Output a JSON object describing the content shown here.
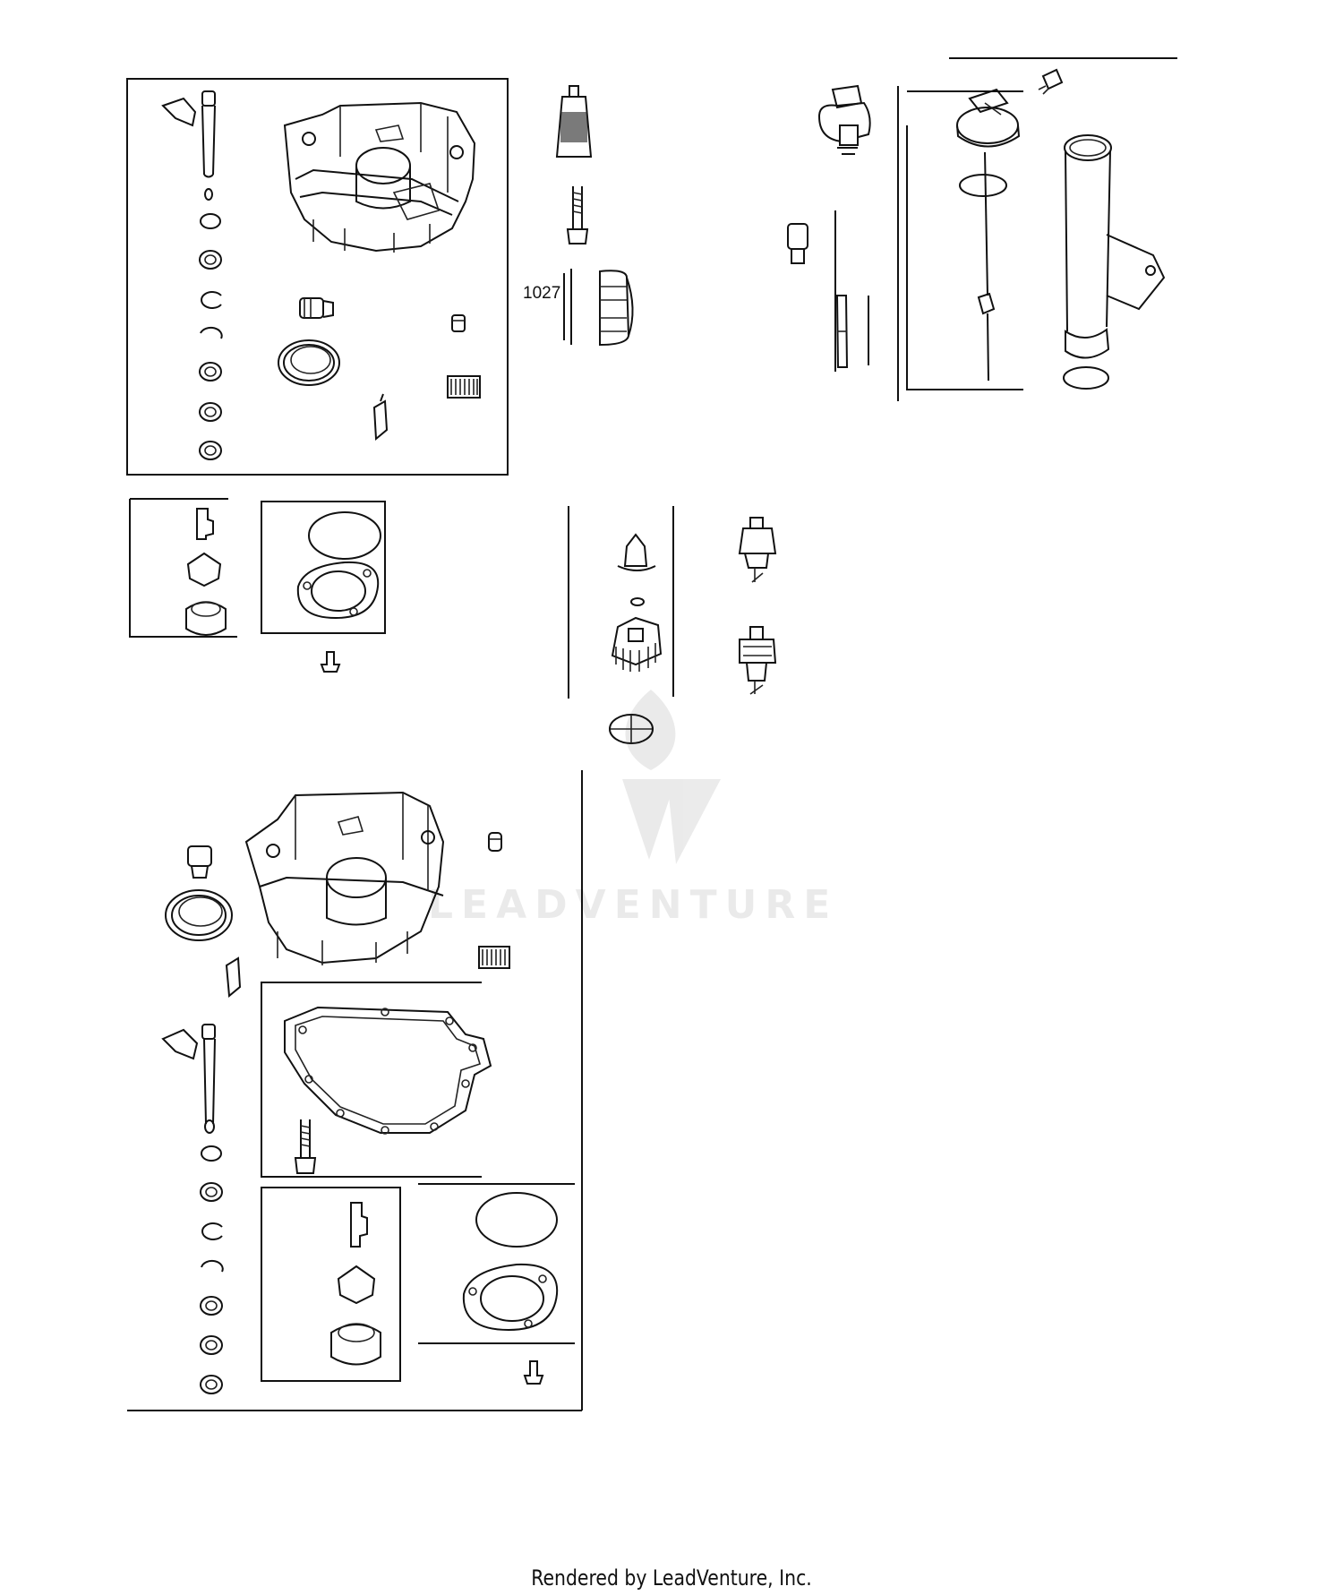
{
  "diagram": {
    "callouts": [
      "1027"
    ],
    "watermark": {
      "text": "LEADVENTURE"
    },
    "footer": "Rendered by LeadVenture, Inc."
  }
}
